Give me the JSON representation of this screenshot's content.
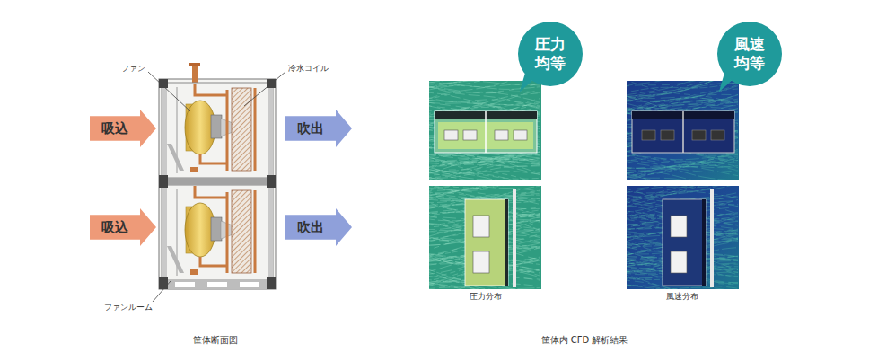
{
  "diagram": {
    "nodes": [
      {
        "text": [
          "圧力 均等"
        ]
      },
      {
        "text": [
          "風速 均等"
        ]
      },
      {
        "text": [
          "吸込"
        ]
      },
      {
        "text": [
          "吹出"
        ]
      },
      {
        "text": [
          "吸込"
        ]
      },
      {
        "text": [
          "吹出"
        ]
      }
    ],
    "labels": [
      "ファン",
      "冷水コイル",
      "ファンルーム",
      "筐体断面図",
      "圧力分布",
      "風速分布",
      "筐体内 CFD 解析結果"
    ]
  }
}
